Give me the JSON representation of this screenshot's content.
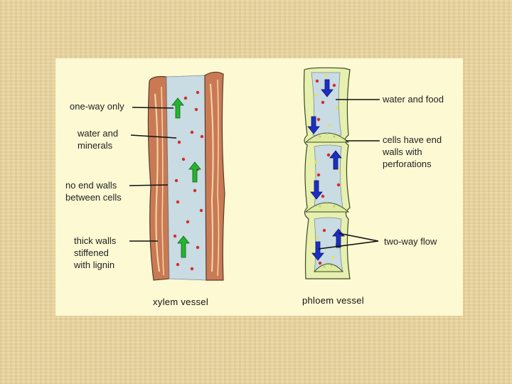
{
  "labels": {
    "one_way": "one-way only",
    "water_minerals": "water and\nminerals",
    "no_end_walls": "no end walls\nbetween cells",
    "thick_walls": "thick walls\nstiffened\nwith lignin",
    "water_food": "water and food",
    "end_walls": "cells have end\nwalls with\nperforations",
    "two_way": "two-way flow"
  },
  "captions": {
    "xylem": "xylem vessel",
    "phloem": "phloem vessel"
  },
  "colors": {
    "background": "#e8d49f",
    "panel": "#fcf9d3",
    "xylem_wall": "#c97a55",
    "vessel_fill": "#c9dbe3",
    "phloem_wall": "#e8f0b0",
    "sieve_plate": "#dfeba0",
    "arrow_up_xylem": "#22b62e",
    "arrow_phloem": "#1c2fc4",
    "dot": "#d62a2a"
  }
}
